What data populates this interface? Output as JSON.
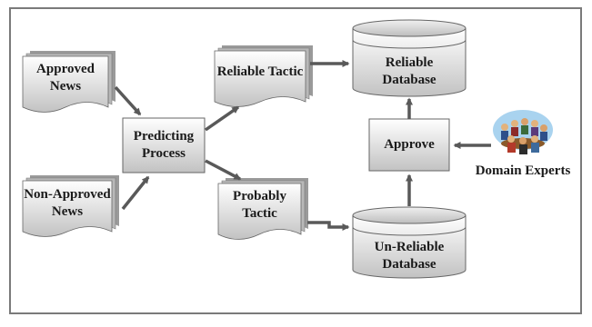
{
  "nodes": {
    "approved_news": {
      "line1": "Approved",
      "line2": "News"
    },
    "non_approved_news": {
      "line1": "Non-Approved",
      "line2": "News"
    },
    "predicting_process": {
      "line1": "Predicting",
      "line2": "Process"
    },
    "reliable_tactic": {
      "label": "Reliable Tactic"
    },
    "probably_tactic": {
      "line1": "Probably",
      "line2": "Tactic"
    },
    "reliable_database": {
      "line1": "Reliable",
      "line2": "Database"
    },
    "unreliable_database": {
      "line1": "Un-Reliable",
      "line2": "Database"
    },
    "approve": {
      "label": "Approve"
    },
    "domain_experts": {
      "label": "Domain Experts"
    }
  }
}
